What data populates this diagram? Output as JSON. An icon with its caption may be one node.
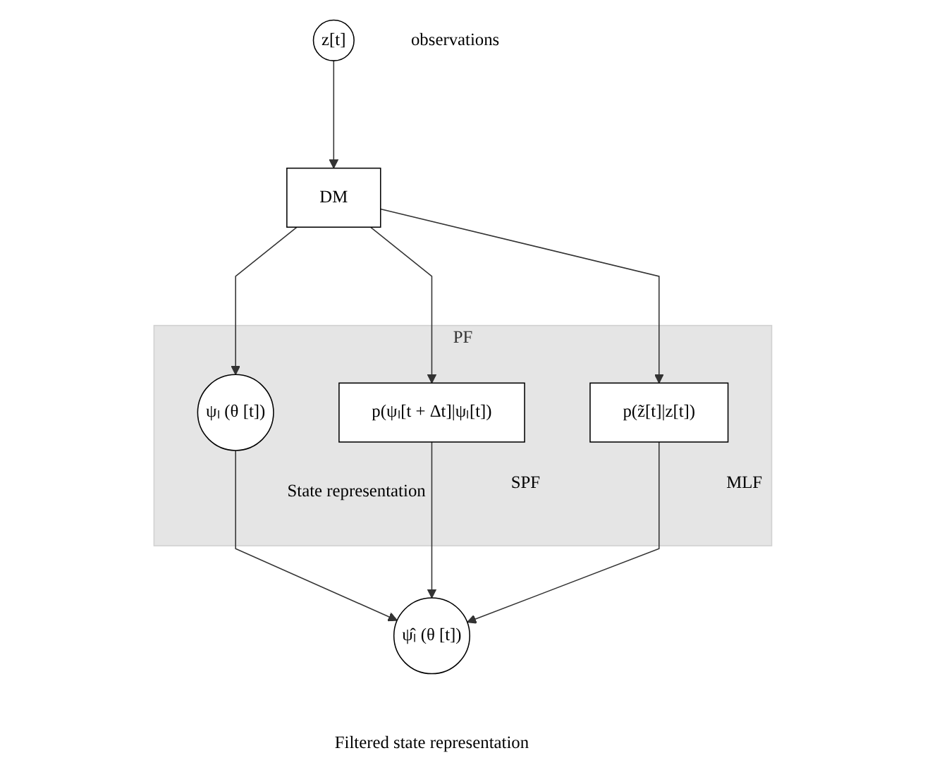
{
  "diagram": {
    "nodes": [
      {
        "text": [
          "z[t]"
        ],
        "beside": [
          "observations"
        ]
      },
      {
        "text": [
          "DM"
        ]
      },
      {
        "text": [
          "PF"
        ]
      },
      {
        "text": [
          "ψₗ (θ [t])"
        ],
        "in": 2,
        "beside": [
          "State representation"
        ]
      },
      {
        "text": [
          "p(ψₗ[t + Δt]|ψₗ[t])"
        ],
        "in": 2,
        "beside": [
          "SPF"
        ]
      },
      {
        "text": [
          "p(z̃[t]|z[t])"
        ],
        "in": 2,
        "beside": [
          "MLF"
        ]
      },
      {
        "text": [
          "ψ̂ₗ (θ [t])"
        ],
        "beside": [
          "Filtered state representation"
        ]
      }
    ],
    "edges": [
      {
        "from": 0,
        "to": 1,
        "arrow": "to"
      },
      {
        "from": 1,
        "to": 3,
        "arrow": "to"
      },
      {
        "from": 1,
        "to": 4,
        "arrow": "to"
      },
      {
        "from": 1,
        "to": 5,
        "arrow": "to"
      },
      {
        "from": 3,
        "to": 6,
        "arrow": "to"
      },
      {
        "from": 4,
        "to": 6,
        "arrow": "to"
      },
      {
        "from": 5,
        "to": 6,
        "arrow": "to"
      }
    ]
  }
}
